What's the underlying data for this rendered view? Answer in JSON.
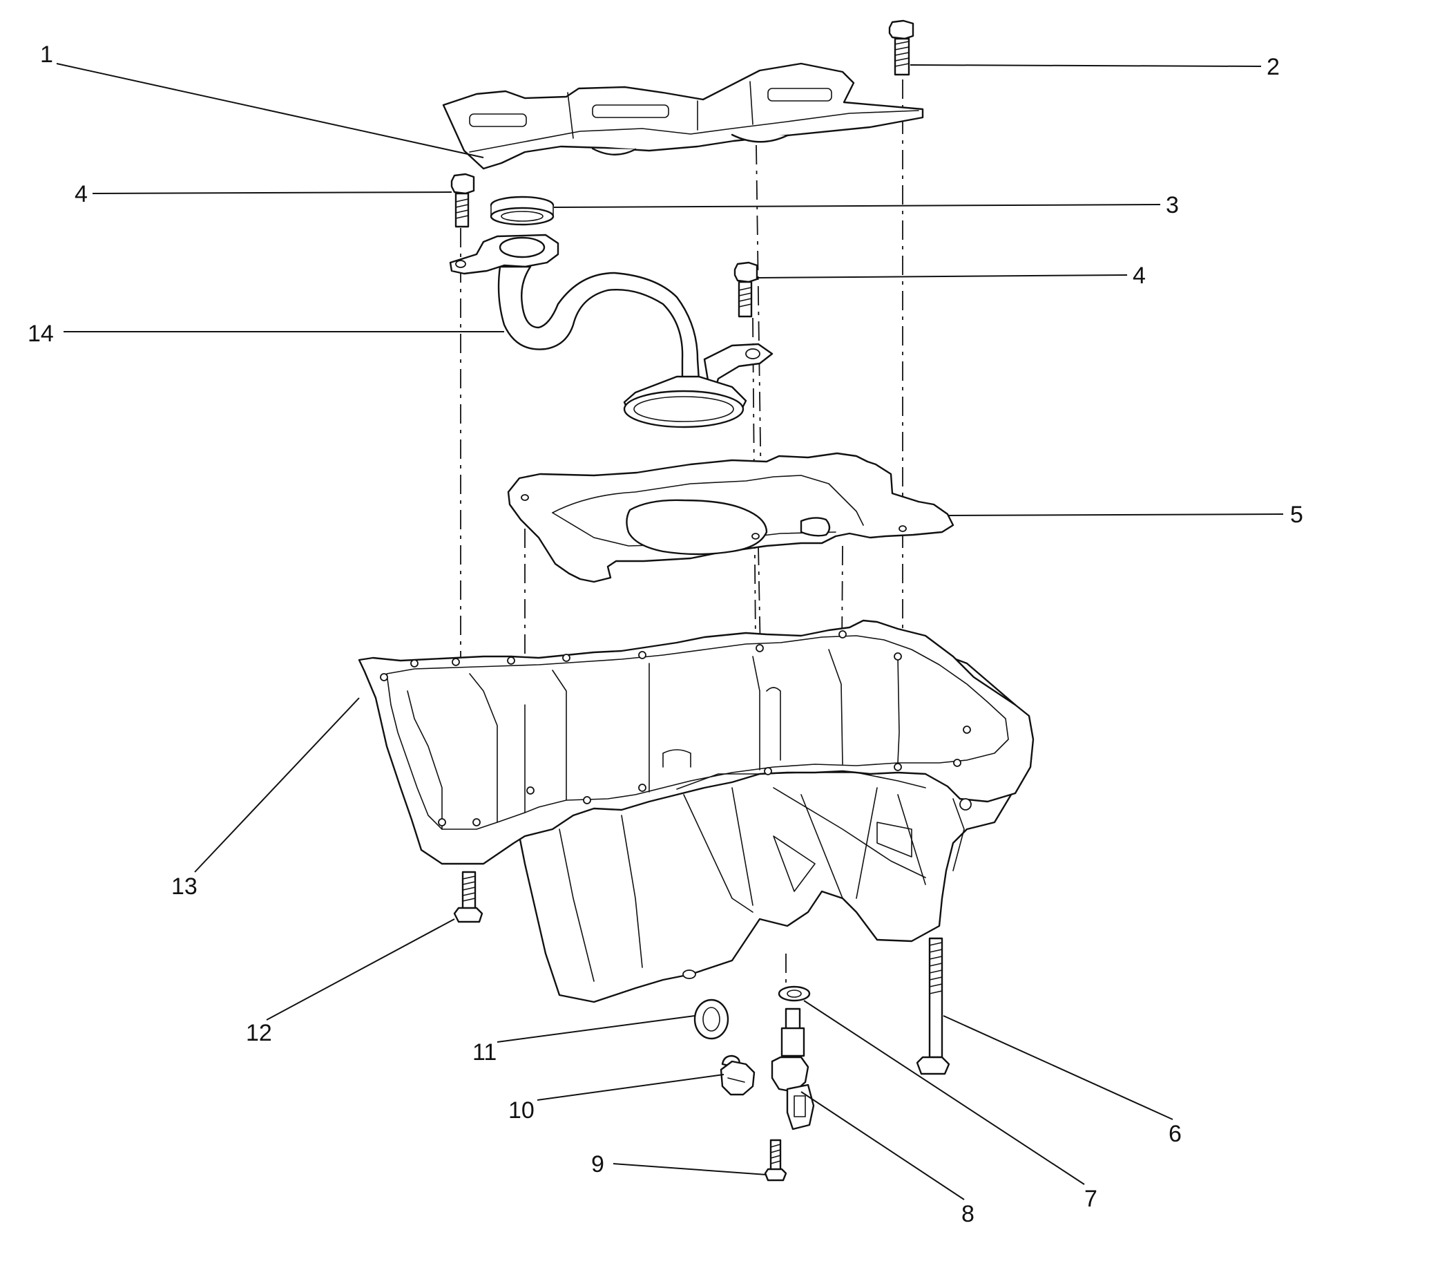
{
  "callouts": {
    "c1": "1",
    "c2": "2",
    "c3": "3",
    "c4a": "4",
    "c4b": "4",
    "c5": "5",
    "c6": "6",
    "c7": "7",
    "c8": "8",
    "c9": "9",
    "c10": "10",
    "c11": "11",
    "c12": "12",
    "c13": "13",
    "c14": "14"
  }
}
